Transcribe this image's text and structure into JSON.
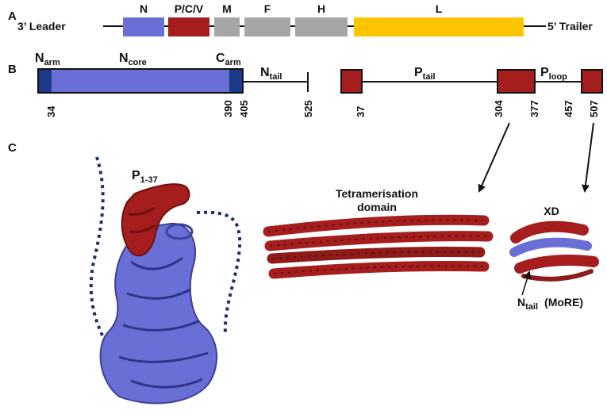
{
  "panels": {
    "a": "A",
    "b": "B",
    "c": "C"
  },
  "genome": {
    "leader": "3’ Leader",
    "trailer": "5’ Trailer",
    "genes": [
      {
        "label": "N",
        "color": "#6a6fd6"
      },
      {
        "label": "P/C/V",
        "color": "#a51d1d"
      },
      {
        "label": "M",
        "color": "#a6a6a6"
      },
      {
        "label": "F",
        "color": "#a6a6a6"
      },
      {
        "label": "H",
        "color": "#a6a6a6"
      },
      {
        "label": "L",
        "color": "#ffc400"
      }
    ]
  },
  "n_protein": {
    "colors": {
      "core": "#6a6fd6",
      "arm": "#1b3a8a",
      "border": "#111111"
    },
    "labels": {
      "narm": {
        "main": "N",
        "sub": "arm"
      },
      "ncore": {
        "main": "N",
        "sub": "core"
      },
      "carm": {
        "main": "C",
        "sub": "arm"
      },
      "ntail": {
        "main": "N",
        "sub": "tail"
      }
    },
    "ticks": [
      "34",
      "390",
      "405",
      "525"
    ]
  },
  "p_protein": {
    "color": "#a51d1d",
    "labels": {
      "ptail": {
        "main": "P",
        "sub": "tail"
      },
      "ploop": {
        "main": "P",
        "sub": "loop"
      }
    },
    "ticks": [
      "37",
      "304",
      "377",
      "457",
      "507"
    ]
  },
  "structures": {
    "p137": {
      "main": "P",
      "sub": "1-37"
    },
    "tetramer": [
      "Tetramerisation",
      "domain"
    ],
    "xd": "XD",
    "ntail_more": {
      "main": "N",
      "sub": "tail",
      "suffix": "(MoRE)"
    }
  }
}
